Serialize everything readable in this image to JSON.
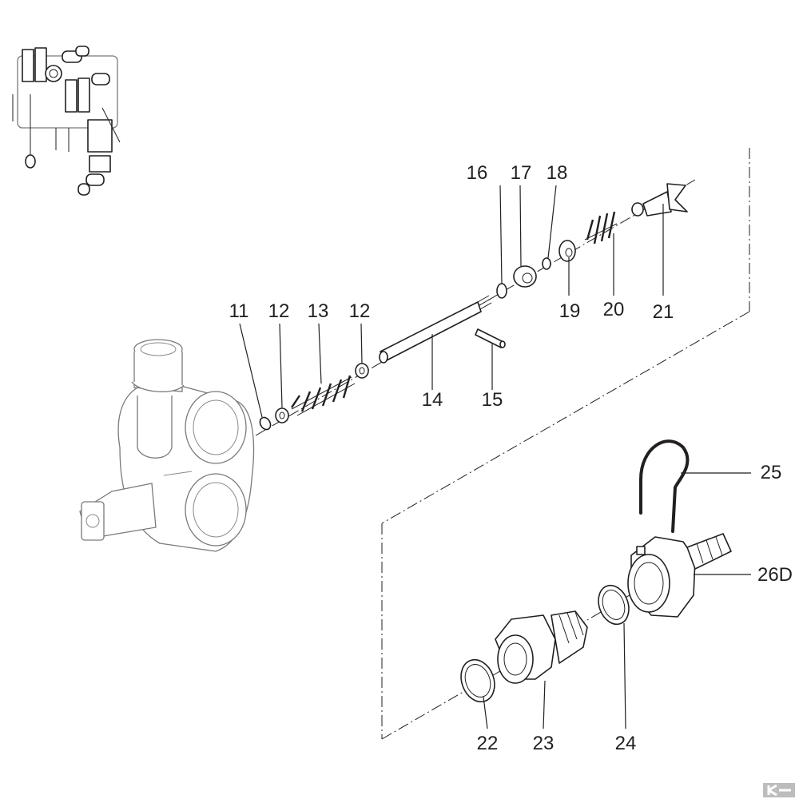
{
  "diagram": {
    "callouts": [
      {
        "id": "11",
        "label": "11"
      },
      {
        "id": "12a",
        "label": "12"
      },
      {
        "id": "13",
        "label": "13"
      },
      {
        "id": "12b",
        "label": "12"
      },
      {
        "id": "14",
        "label": "14"
      },
      {
        "id": "15",
        "label": "15"
      },
      {
        "id": "16",
        "label": "16"
      },
      {
        "id": "17",
        "label": "17"
      },
      {
        "id": "18",
        "label": "18"
      },
      {
        "id": "19",
        "label": "19"
      },
      {
        "id": "20",
        "label": "20"
      },
      {
        "id": "21",
        "label": "21"
      },
      {
        "id": "22",
        "label": "22"
      },
      {
        "id": "23",
        "label": "23"
      },
      {
        "id": "24",
        "label": "24"
      },
      {
        "id": "25",
        "label": "25"
      },
      {
        "id": "26D",
        "label": "26D"
      }
    ],
    "colors": {
      "line": "#231f20",
      "ghost": "#7a7a7a",
      "logo": "#bdbdbd"
    },
    "icons": [
      "assembly-overview-thumbnail",
      "brand-logo"
    ]
  }
}
